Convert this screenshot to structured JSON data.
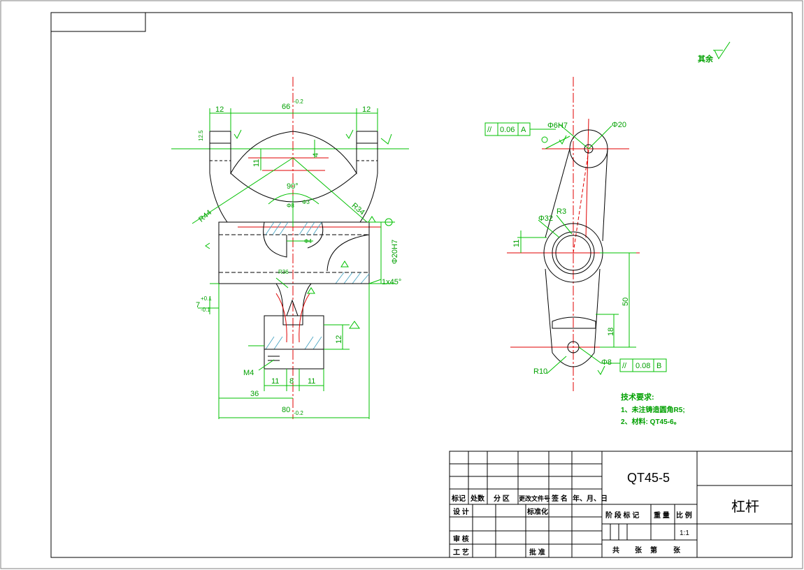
{
  "part": {
    "material_code": "QT45-5",
    "name": "杠杆",
    "scale": "1:1"
  },
  "title_block": {
    "headers": [
      "标记",
      "处数",
      "分 区",
      "更改文件号",
      "签 名",
      "年、月、日"
    ],
    "design": "设 计",
    "standardization": "标准化",
    "review": "审 核",
    "process": "工 艺",
    "approve": "批 准",
    "stage_mark": "阶 段 标 记",
    "weight": "重 量",
    "ratio": "比 例",
    "sheets_total": "共",
    "sheets_unit": "张",
    "sheet_num": "第",
    "sheet_unit2": "张"
  },
  "surface_note": "其余",
  "technical": {
    "title": "技术要求:",
    "items": [
      "1、未注铸造圆角R5;",
      "2、材料: QT45-6。"
    ]
  },
  "front_view": {
    "dims": {
      "d12_left": "12",
      "d66": "66",
      "d66_tol": "-0.2",
      "d12_right": "12",
      "d4": "4",
      "d11": "11",
      "d90": "90°",
      "dia8": "Φ8",
      "dia3": "Φ3",
      "r44": "R44",
      "r34": "R34",
      "dia4": "Φ4",
      "dia20h7": "Φ20H7",
      "chamfer": "1x45°",
      "r36": "R36",
      "d7": "7",
      "d7_up": "+0.1",
      "d7_dn": "-0.1",
      "d12_v": "12",
      "m4": "M4",
      "d11_a": "11",
      "d8": "8",
      "d11_b": "11",
      "d36": "36",
      "d80": "80",
      "d80_tol": "-0.2"
    }
  },
  "side_view": {
    "dims": {
      "tol1_sym": "//",
      "tol1_val": "0.06",
      "tol1_ref": "A",
      "dia6h7": "Φ6H7",
      "dia20": "Φ20",
      "dia32": "Φ32",
      "r3": "R3",
      "d11": "11",
      "d50": "50",
      "d18": "18",
      "dia8": "Φ8",
      "tol2_sym": "//",
      "tol2_val": "0.08",
      "tol2_ref": "B",
      "r10": "R10"
    }
  },
  "roughness": "12.5"
}
